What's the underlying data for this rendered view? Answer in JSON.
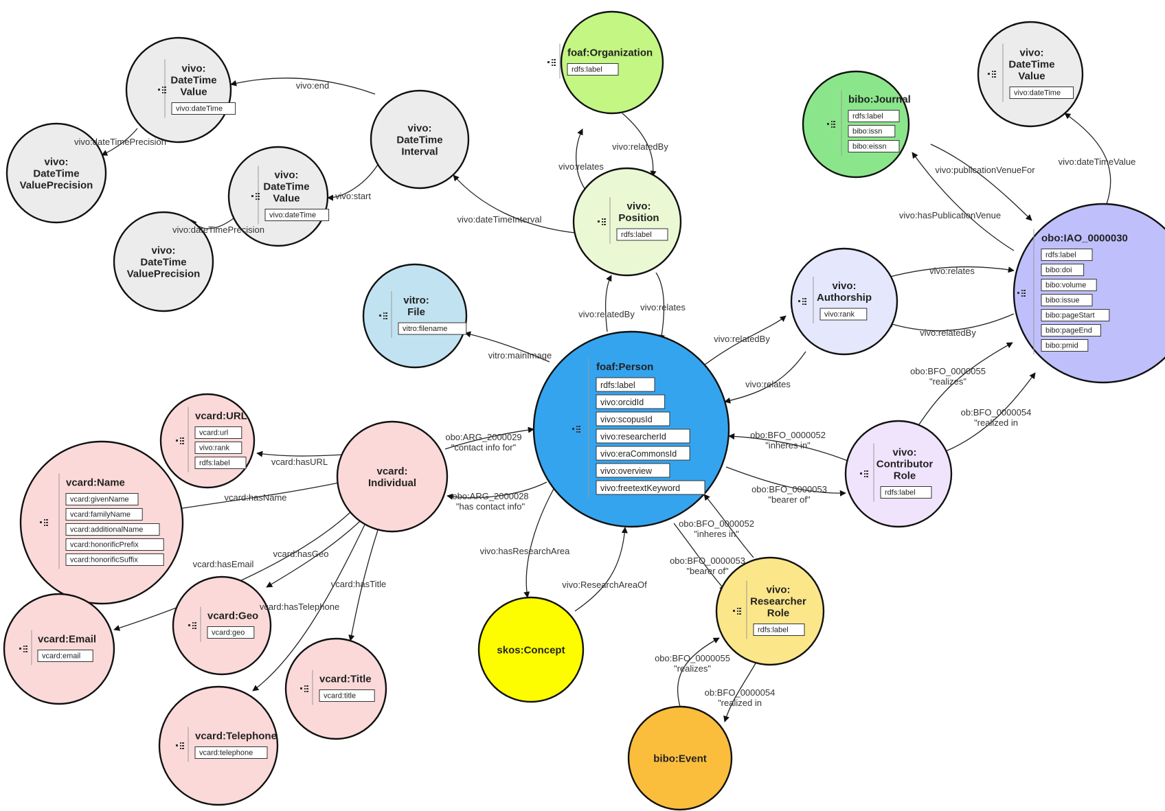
{
  "nodes": [
    {
      "id": "dtv1",
      "title": [
        "vivo:",
        "DateTime",
        "Value"
      ],
      "props": [
        "vivo:dateTime"
      ],
      "color": "#ececec",
      "icon": "list-icon"
    },
    {
      "id": "dtvp1",
      "title": [
        "vivo:",
        "DateTime",
        "ValuePrecision"
      ],
      "props": [],
      "color": "#ececec"
    },
    {
      "id": "dti",
      "title": [
        "vivo:",
        "DateTime",
        "Interval"
      ],
      "props": [],
      "color": "#ececec"
    },
    {
      "id": "dtv2",
      "title": [
        "vivo:",
        "DateTime",
        "Value"
      ],
      "props": [
        "vivo:dateTime"
      ],
      "color": "#ececec",
      "icon": "list-icon"
    },
    {
      "id": "dtvp2",
      "title": [
        "vivo:",
        "DateTime",
        "ValuePrecision"
      ],
      "props": [],
      "color": "#ececec"
    },
    {
      "id": "org",
      "title": [
        "foaf:Organization"
      ],
      "props": [
        "rdfs:label"
      ],
      "color": "#c3f682",
      "icon": "list-icon"
    },
    {
      "id": "pos",
      "title": [
        "vivo:",
        "Position"
      ],
      "props": [
        "rdfs:label"
      ],
      "color": "#eaf8d4",
      "icon": "list-icon"
    },
    {
      "id": "file",
      "title": [
        "vitro:",
        "File"
      ],
      "props": [
        "vitro:filename"
      ],
      "color": "#c1e3f1",
      "icon": "list-icon"
    },
    {
      "id": "person",
      "title": [
        "foaf:Person"
      ],
      "props": [
        "rdfs:label",
        "vivo:orcidId",
        "vivo:scopusId",
        "vivo:researcherId",
        "vivo:eraCommonsId",
        "vivo:overview",
        "vivo:freetextKeyword"
      ],
      "color": "#35a4ee",
      "icon": "list-icon"
    },
    {
      "id": "journal",
      "title": [
        "bibo:Journal"
      ],
      "props": [
        "rdfs:label",
        "bibo:issn",
        "bibo:eissn"
      ],
      "color": "#8be68b",
      "icon": "list-icon"
    },
    {
      "id": "dtv3",
      "title": [
        "vivo:",
        "DateTime",
        "Value"
      ],
      "props": [
        "vivo:dateTime"
      ],
      "color": "#ececec",
      "icon": "list-icon"
    },
    {
      "id": "auth",
      "title": [
        "vivo:",
        "Authorship"
      ],
      "props": [
        "vivo:rank"
      ],
      "color": "#e5e7fd",
      "icon": "list-icon"
    },
    {
      "id": "iao",
      "title": [
        "obo:IAO_0000030"
      ],
      "props": [
        "rdfs:label",
        "bibo:doi",
        "bibo:volume",
        "bibo:issue",
        "bibo:pageStart",
        "bibo:pageEnd",
        "bibo:pmid"
      ],
      "color": "#bfbffc",
      "icon": "list-icon"
    },
    {
      "id": "contrib",
      "title": [
        "vivo:",
        "Contributor",
        "Role"
      ],
      "props": [
        "rdfs:label"
      ],
      "color": "#efe4fc",
      "icon": "list-icon"
    },
    {
      "id": "vurl",
      "title": [
        "vcard:URL"
      ],
      "props": [
        "vcard:url",
        "vivo:rank",
        "rdfs:label"
      ],
      "color": "#fbd9d9",
      "icon": "list-icon"
    },
    {
      "id": "vind",
      "title": [
        "vcard:",
        "Individual"
      ],
      "props": [],
      "color": "#fbd9d9"
    },
    {
      "id": "vname",
      "title": [
        "vcard:Name"
      ],
      "props": [
        "vcard:givenName",
        "vcard:familyName",
        "vcard:additionalName",
        "vcard:honorificPrefix",
        "vcard:honorificSuffix"
      ],
      "color": "#fbd9d9",
      "icon": "list-icon"
    },
    {
      "id": "vemail",
      "title": [
        "vcard:Email"
      ],
      "props": [
        "vcard:email"
      ],
      "color": "#fbd9d9",
      "icon": "list-icon"
    },
    {
      "id": "vgeo",
      "title": [
        "vcard:Geo"
      ],
      "props": [
        "vcard:geo"
      ],
      "color": "#fbd9d9",
      "icon": "list-icon"
    },
    {
      "id": "vtitle",
      "title": [
        "vcard:Title"
      ],
      "props": [
        "vcard:title"
      ],
      "color": "#fbd9d9",
      "icon": "list-icon"
    },
    {
      "id": "vtel",
      "title": [
        "vcard:Telephone"
      ],
      "props": [
        "vcard:telephone"
      ],
      "color": "#fbd9d9",
      "icon": "list-icon"
    },
    {
      "id": "skos",
      "title": [
        "skos:Concept"
      ],
      "props": [],
      "color": "#fdfd00"
    },
    {
      "id": "resrole",
      "title": [
        "vivo:",
        "Researcher",
        "Role"
      ],
      "props": [
        "rdfs:label"
      ],
      "color": "#fbe68a",
      "icon": "list-icon"
    },
    {
      "id": "event",
      "title": [
        "bibo:Event"
      ],
      "props": [],
      "color": "#fbbd3c"
    }
  ],
  "edges": [
    {
      "id": "e1",
      "label": [
        "vivo:end"
      ]
    },
    {
      "id": "e2",
      "label": [
        "vivo:dateTimePrecision"
      ]
    },
    {
      "id": "e3",
      "label": [
        "vivo:start"
      ]
    },
    {
      "id": "e4",
      "label": [
        "vivo:dateTimePrecision"
      ]
    },
    {
      "id": "e5",
      "label": [
        "vivo:dateTimeInterval"
      ]
    },
    {
      "id": "e6",
      "label": [
        "vivo:relates"
      ]
    },
    {
      "id": "e7",
      "label": [
        "vivo:relatedBy"
      ]
    },
    {
      "id": "e8",
      "label": [
        "vivo:relatedBy"
      ]
    },
    {
      "id": "e9",
      "label": [
        "vivo:relates"
      ]
    },
    {
      "id": "e10",
      "label": [
        "vitro:mainImage"
      ]
    },
    {
      "id": "e11",
      "label": [
        "vivo:relatedBy"
      ]
    },
    {
      "id": "e12",
      "label": [
        "vivo:relates"
      ]
    },
    {
      "id": "e13",
      "label": [
        "vivo:relates"
      ]
    },
    {
      "id": "e14",
      "label": [
        "vivo:relatedBy"
      ]
    },
    {
      "id": "e15",
      "label": [
        "vivo:publicationVenueFor"
      ]
    },
    {
      "id": "e16",
      "label": [
        "vivo:hasPublicationVenue"
      ]
    },
    {
      "id": "e17",
      "label": [
        "vivo:dateTimeValue"
      ]
    },
    {
      "id": "e18",
      "label": [
        "obo:BFO_0000055",
        "\"realizes\""
      ]
    },
    {
      "id": "e19",
      "label": [
        "ob:BFO_0000054",
        "\"realized in"
      ]
    },
    {
      "id": "e20",
      "label": [
        "obo:BFO_0000052",
        "\"inheres in\""
      ]
    },
    {
      "id": "e21",
      "label": [
        "obo:BFO_0000053",
        "\"bearer of\""
      ]
    },
    {
      "id": "e22",
      "label": [
        "obo:ARG_2000029",
        "\"contact info for\""
      ]
    },
    {
      "id": "e23",
      "label": [
        "obo:ARG_2000028",
        "\"has contact info\""
      ]
    },
    {
      "id": "e24",
      "label": [
        "vcard:hasURL"
      ]
    },
    {
      "id": "e25",
      "label": [
        "vcard:hasName"
      ]
    },
    {
      "id": "e26",
      "label": [
        "vcard:hasEmail"
      ]
    },
    {
      "id": "e27",
      "label": [
        "vcard:hasGeo"
      ]
    },
    {
      "id": "e28",
      "label": [
        "vcard:hasTitle"
      ]
    },
    {
      "id": "e29",
      "label": [
        "vcard:hasTelephone"
      ]
    },
    {
      "id": "e30",
      "label": [
        "vivo:hasResearchArea"
      ]
    },
    {
      "id": "e31",
      "label": [
        "vivo:ResearchAreaOf"
      ]
    },
    {
      "id": "e32",
      "label": [
        "obo:BFO_0000052",
        "\"inheres in\""
      ]
    },
    {
      "id": "e33",
      "label": [
        "obo:BFO_0000053",
        "\"bearer of\""
      ]
    },
    {
      "id": "e34",
      "label": [
        "obo:BFO_0000055",
        "\"realizes\""
      ]
    },
    {
      "id": "e35",
      "label": [
        "ob:BFO_0000054",
        "\"realized in"
      ]
    }
  ]
}
